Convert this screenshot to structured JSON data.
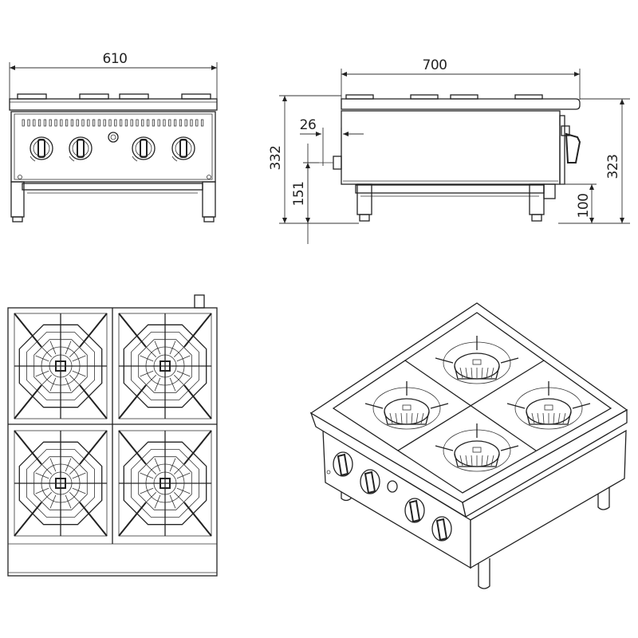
{
  "dimensions": {
    "front_width": "610",
    "side_depth": "700",
    "inlet_offset": "26",
    "total_height": "332",
    "inlet_height": "151",
    "body_height": "323",
    "leg_height": "100"
  }
}
